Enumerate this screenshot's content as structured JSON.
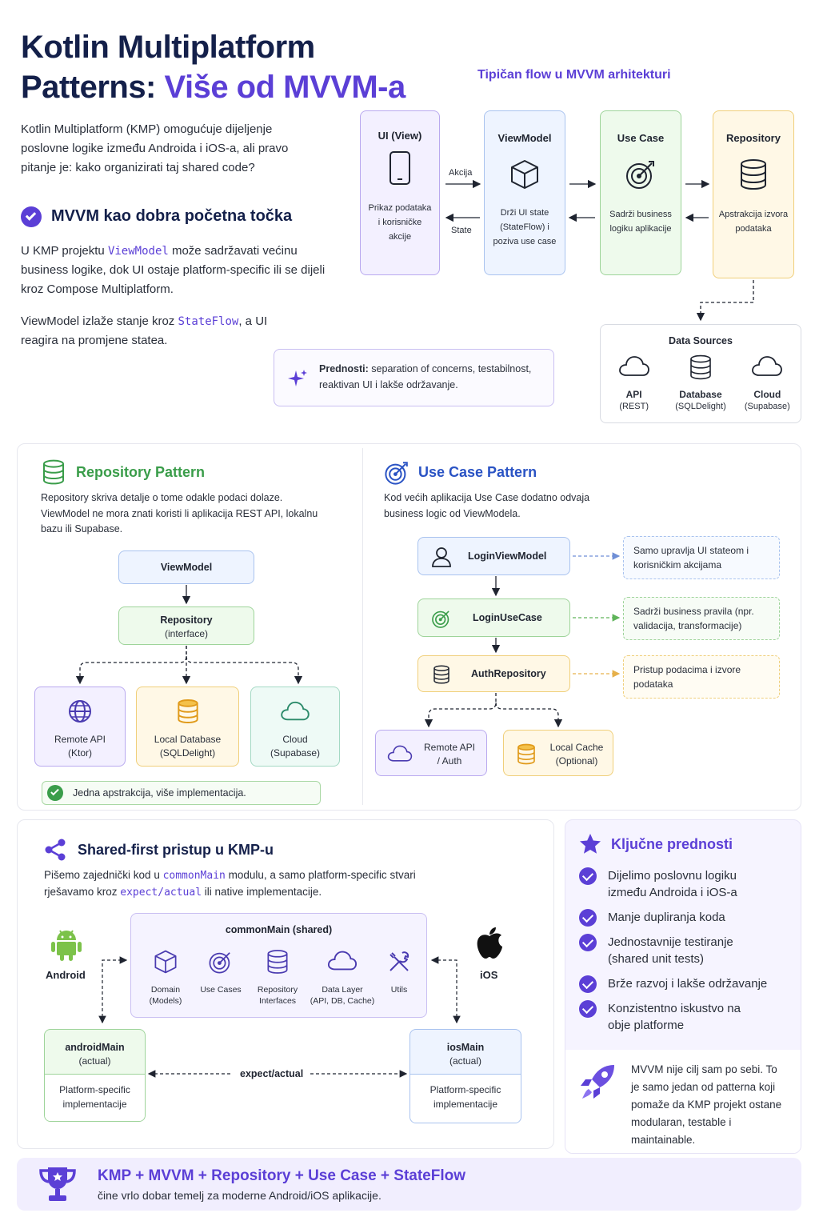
{
  "header": {
    "title_line1": "Kotlin Multiplatform",
    "title_line2_a": "Patterns: ",
    "title_line2_b": "Više od MVVM-a",
    "intro": "Kotlin Multiplatform (KMP) omogućuje dijeljenje poslovne logike između Androida i iOS-a, ali pravo pitanje je: kako organizirati taj shared code?"
  },
  "mvvm": {
    "heading": "MVVM kao dobra početna točka",
    "p1_a": "U KMP projektu ",
    "p1_code": "ViewModel",
    "p1_b": " može sadržavati većinu business logike, dok UI ostaje platform-specific ili se dijeli kroz Compose Multiplatform.",
    "p2_a": "ViewModel izlaže stanje kroz ",
    "p2_code": "StateFlow",
    "p2_b": ", a UI reagira na promjene statea.",
    "benefits_label": "Prednosti:",
    "benefits_text": " separation of concerns, testabilnost, reaktivan UI i lakše održavanje."
  },
  "flow": {
    "title": "Tipičan flow u MVVM arhitekturi",
    "ui_title": "UI (View)",
    "ui_desc": "Prikaz podataka i korisničke akcije",
    "action_label": "Akcija",
    "state_label": "State",
    "vm_title": "ViewModel",
    "vm_desc": "Drži UI state (StateFlow) i poziva use case",
    "uc_title": "Use Case",
    "uc_desc": "Sadrži business logiku aplikacije",
    "repo_title": "Repository",
    "repo_desc": "Apstrakcija izvora podataka",
    "ds_title": "Data Sources",
    "ds_items": [
      {
        "name": "API",
        "sub": "(REST)",
        "icon": "cloud-icon"
      },
      {
        "name": "Database",
        "sub": "(SQLDelight)",
        "icon": "database-icon"
      },
      {
        "name": "Cloud",
        "sub": "(Supabase)",
        "icon": "cloud-icon"
      }
    ]
  },
  "repository_pattern": {
    "heading": "Repository Pattern",
    "desc": "Repository skriva detalje o tome odakle podaci dolaze. ViewModel ne mora znati koristi li aplikacija REST API, lokalnu bazu ili Supabase.",
    "vm": "ViewModel",
    "repo_a": "Repository",
    "repo_b": "(interface)",
    "impl": [
      {
        "a": "Remote API",
        "b": "(Ktor)"
      },
      {
        "a": "Local Database",
        "b": "(SQLDelight)"
      },
      {
        "a": "Cloud",
        "b": "(Supabase)"
      }
    ],
    "note": "Jedna apstrakcija, više implementacija."
  },
  "usecase_pattern": {
    "heading": "Use Case Pattern",
    "desc": "Kod većih aplikacija Use Case dodatno odvaja business logic od ViewModela.",
    "login_vm": "LoginViewModel",
    "login_uc": "LoginUseCase",
    "auth_repo": "AuthRepository",
    "note_vm": "Samo upravlja UI stateom i korisničkim akcijama",
    "note_uc": "Sadrži business pravila (npr. validacija, transformacije)",
    "note_repo": "Pristup podacima i izvore podataka",
    "remote_a": "Remote API",
    "remote_b": "/ Auth",
    "cache_a": "Local Cache",
    "cache_b": "(Optional)"
  },
  "shared_first": {
    "heading": "Shared-first pristup u KMP-u",
    "p_a": "Pišemo zajednički kod u ",
    "p_code1": "commonMain",
    "p_b": " modulu, a samo platform-specific stvari rješavamo kroz ",
    "p_code2": "expect/actual",
    "p_c": " ili native implementacije.",
    "common_title": "commonMain (shared)",
    "modules": [
      {
        "a": "Domain",
        "b": "(Models)"
      },
      {
        "a": "Use Cases",
        "b": ""
      },
      {
        "a": "Repository",
        "b": "Interfaces"
      },
      {
        "a": "Data Layer",
        "b": "(API, DB, Cache)"
      },
      {
        "a": "Utils",
        "b": ""
      }
    ],
    "android": "Android",
    "ios": "iOS",
    "android_main_a": "androidMain",
    "android_main_b": "(actual)",
    "android_impl": "Platform-specific implementacije",
    "ios_main_a": "iosMain",
    "ios_main_b": "(actual)",
    "ios_impl": "Platform-specific implementacije",
    "expect_actual": "expect/actual"
  },
  "key_benefits": {
    "heading": "Ključne prednosti",
    "items": [
      "Dijelimo poslovnu logiku između Androida i iOS-a",
      "Manje dupliranja koda",
      "Jednostavnije testiranje (shared unit tests)",
      "Brže razvoj i lakše održavanje",
      "Konzistentno iskustvo na obje platforme"
    ],
    "closing": "MVVM nije cilj sam po sebi. To je samo jedan od patterna koji pomaže da KMP projekt ostane modularan, testable i maintainable."
  },
  "footer": {
    "headline": "KMP + MVVM + Repository + Use Case + StateFlow",
    "sub": "čine vrlo dobar temelj za moderne Android/iOS aplikacije."
  },
  "colors": {
    "navy": "#14204a",
    "purple": "#5b3fd6",
    "green": "#3a9d4a",
    "blue": "#2a53c4",
    "yellow": "#e9a92a"
  }
}
